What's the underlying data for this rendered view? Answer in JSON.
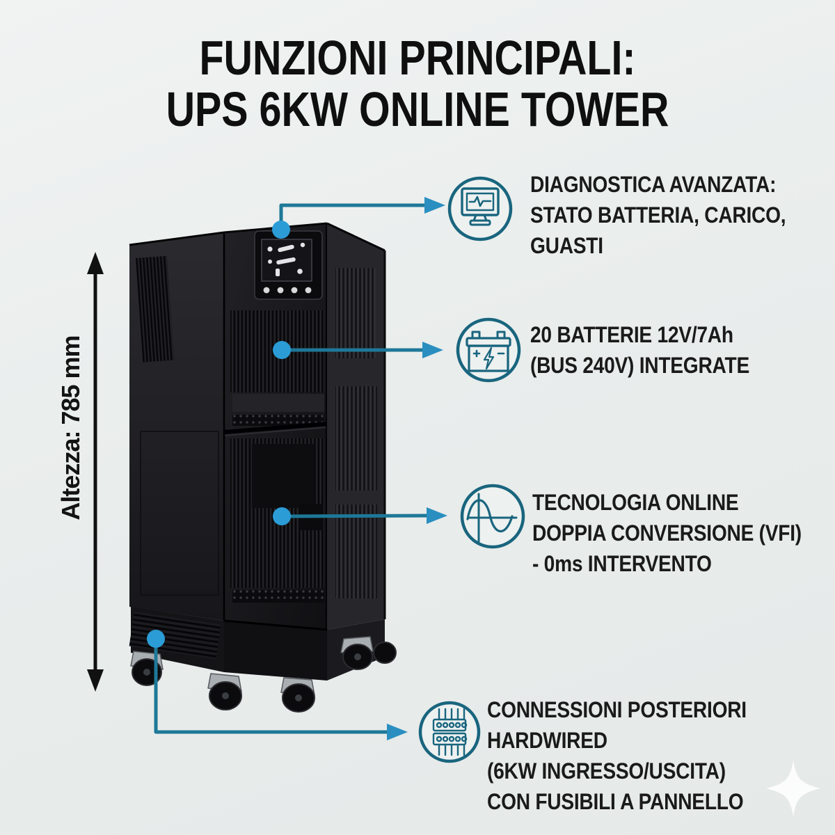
{
  "title": {
    "line1": "FUNZIONI PRINCIPALI:",
    "line2": "UPS 6KW ONLINE TOWER"
  },
  "dimension": {
    "label": "Altezza: 785 mm"
  },
  "callouts": [
    {
      "icon": "monitor-diagnostics-icon",
      "lines": [
        "DIAGNOSTICA AVANZATA:",
        "STATO BATTERIA, CARICO,",
        "GUASTI"
      ]
    },
    {
      "icon": "battery-icon",
      "lines": [
        "20 BATTERIE 12V/7Ah",
        "(BUS 240V) INTEGRATE"
      ]
    },
    {
      "icon": "sine-wave-icon",
      "lines": [
        "TECNOLOGIA ONLINE",
        "DOPPIA CONVERSIONE (VFI)",
        "- 0ms INTERVENTO"
      ]
    },
    {
      "icon": "terminal-block-icon",
      "lines": [
        "CONNESSIONI POSTERIORI",
        "HARDWIRED",
        "(6KW INGRESSO/USCITA)",
        "CON FUSIBILI A PANNELLO"
      ]
    }
  ],
  "colors": {
    "background": "#e9edec",
    "title_text": "#0f0f10",
    "body_text": "#1a1a1a",
    "callout_line": "#1e7898",
    "callout_dot": "#2b9cd6",
    "arrowhead": "#2a8fc0",
    "icon_stroke": "#19657e",
    "tower_body": "#1a1a1e",
    "dimension_arrow": "#111111"
  }
}
